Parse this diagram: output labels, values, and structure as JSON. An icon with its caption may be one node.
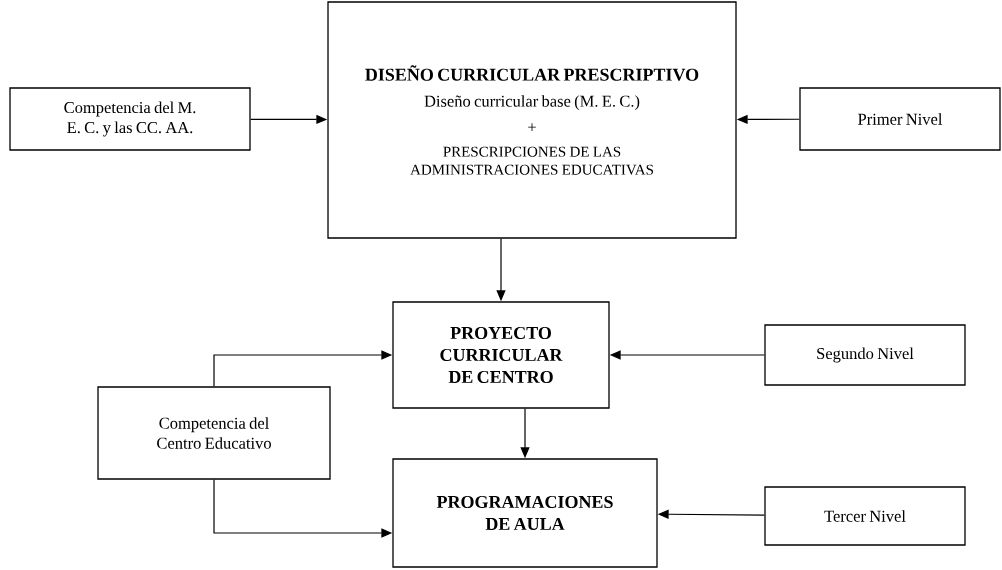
{
  "diagram": {
    "nodes": [
      {
        "text": [
          "DISEÑO CURRICULAR PRESCRIPTIVO",
          "Diseño curricular base (M. E. C.)",
          "+",
          "PRESCRIPCIONES DE LAS ADMINISTRACIONES EDUCATIVAS"
        ]
      },
      {
        "text": [
          "Competencia del M. E. C. y las CC. AA."
        ]
      },
      {
        "text": [
          "Primer Nivel"
        ]
      },
      {
        "text": [
          "PROYECTO CURRICULAR DE CENTRO"
        ]
      },
      {
        "text": [
          "Segundo Nivel"
        ]
      },
      {
        "text": [
          "Competencia del Centro Educativo"
        ]
      },
      {
        "text": [
          "PROGRAMACIONES DE AULA"
        ]
      },
      {
        "text": [
          "Tercer Nivel"
        ]
      }
    ],
    "edges": [
      {
        "from": 1,
        "to": 0,
        "arrow": "to"
      },
      {
        "from": 2,
        "to": 0,
        "arrow": "to"
      },
      {
        "from": 0,
        "to": 3,
        "arrow": "to"
      },
      {
        "from": 4,
        "to": 3,
        "arrow": "to"
      },
      {
        "from": 3,
        "to": 6,
        "arrow": "to"
      },
      {
        "from": 7,
        "to": 6,
        "arrow": "to"
      },
      {
        "from": 5,
        "to": 3,
        "arrow": "to"
      },
      {
        "from": 5,
        "to": 6,
        "arrow": "to"
      }
    ]
  }
}
